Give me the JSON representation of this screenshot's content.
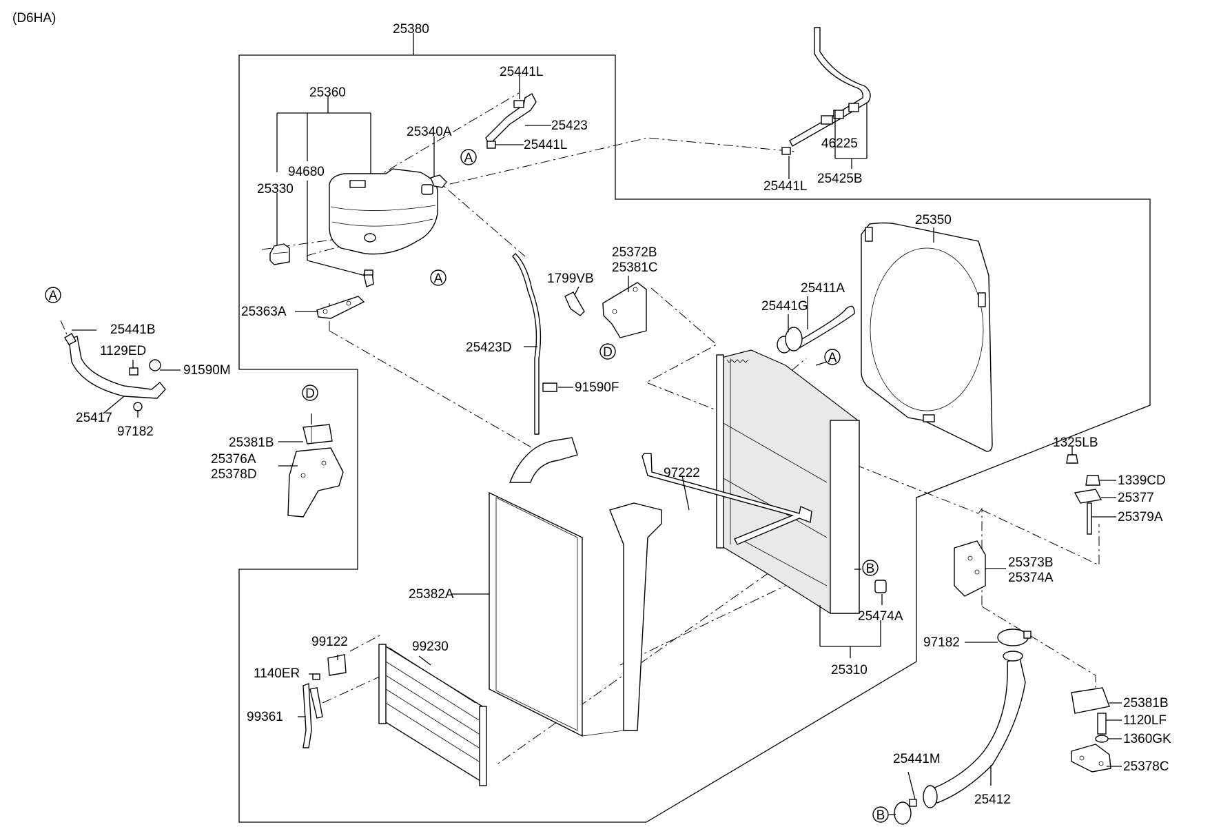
{
  "engine_code": "(D6HA)",
  "reference_markers": {
    "A": "A",
    "B": "B",
    "D": "D"
  },
  "part_numbers": {
    "p25380": "25380",
    "p25360": "25360",
    "p25441L_top": "25441L",
    "p25423": "25423",
    "p25340A": "25340A",
    "p25441L_mid": "25441L",
    "p46225": "46225",
    "p25441L_right": "25441L",
    "p25425B": "25425B",
    "p94680": "94680",
    "p25330": "25330",
    "p25363A": "25363A",
    "p25441B": "25441B",
    "p1129ED": "1129ED",
    "p91590M": "91590M",
    "p25417": "25417",
    "p97182_left": "97182",
    "p25372B": "25372B",
    "p25381C": "25381C",
    "p1799VB": "1799VB",
    "p25423D": "25423D",
    "p91590F": "91590F",
    "p25350": "25350",
    "p25411A": "25411A",
    "p25441G": "25441G",
    "p25381B_left": "25381B",
    "p25376A": "25376A",
    "p25378D": "25378D",
    "p97222": "97222",
    "p1325LB": "1325LB",
    "p1339CD": "1339CD",
    "p25377": "25377",
    "p25379A": "25379A",
    "p25373B": "25373B",
    "p25374A": "25374A",
    "p25382A": "25382A",
    "p25474A": "25474A",
    "p25310": "25310",
    "p97182_right": "97182",
    "p99122": "99122",
    "p99230": "99230",
    "p1140ER": "1140ER",
    "p99361": "99361",
    "p25381B_right": "25381B",
    "p1120LF": "1120LF",
    "p1360GK": "1360GK",
    "p25378C": "25378C",
    "p25441M": "25441M",
    "p25412": "25412"
  }
}
